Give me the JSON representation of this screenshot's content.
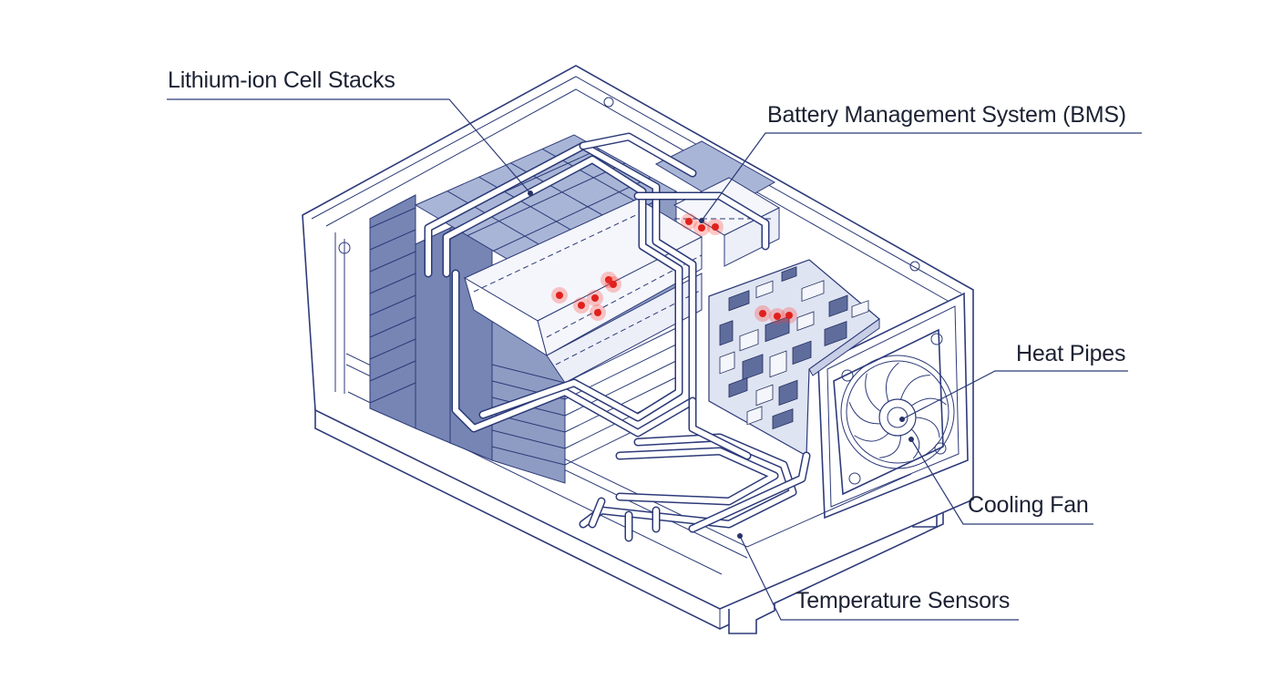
{
  "callouts": {
    "cell_stacks": "Lithium-ion Cell Stacks",
    "bms": "Battery Management System (BMS)",
    "heat_pipes": "Heat Pipes",
    "cooling_fan": "Cooling Fan",
    "temperature_sensors": "Temperature Sensors"
  },
  "colors": {
    "line": "#2c3a78",
    "cell_fill": "#8e9cc4",
    "sensor": "#e0201c",
    "text": "#1c2233"
  }
}
